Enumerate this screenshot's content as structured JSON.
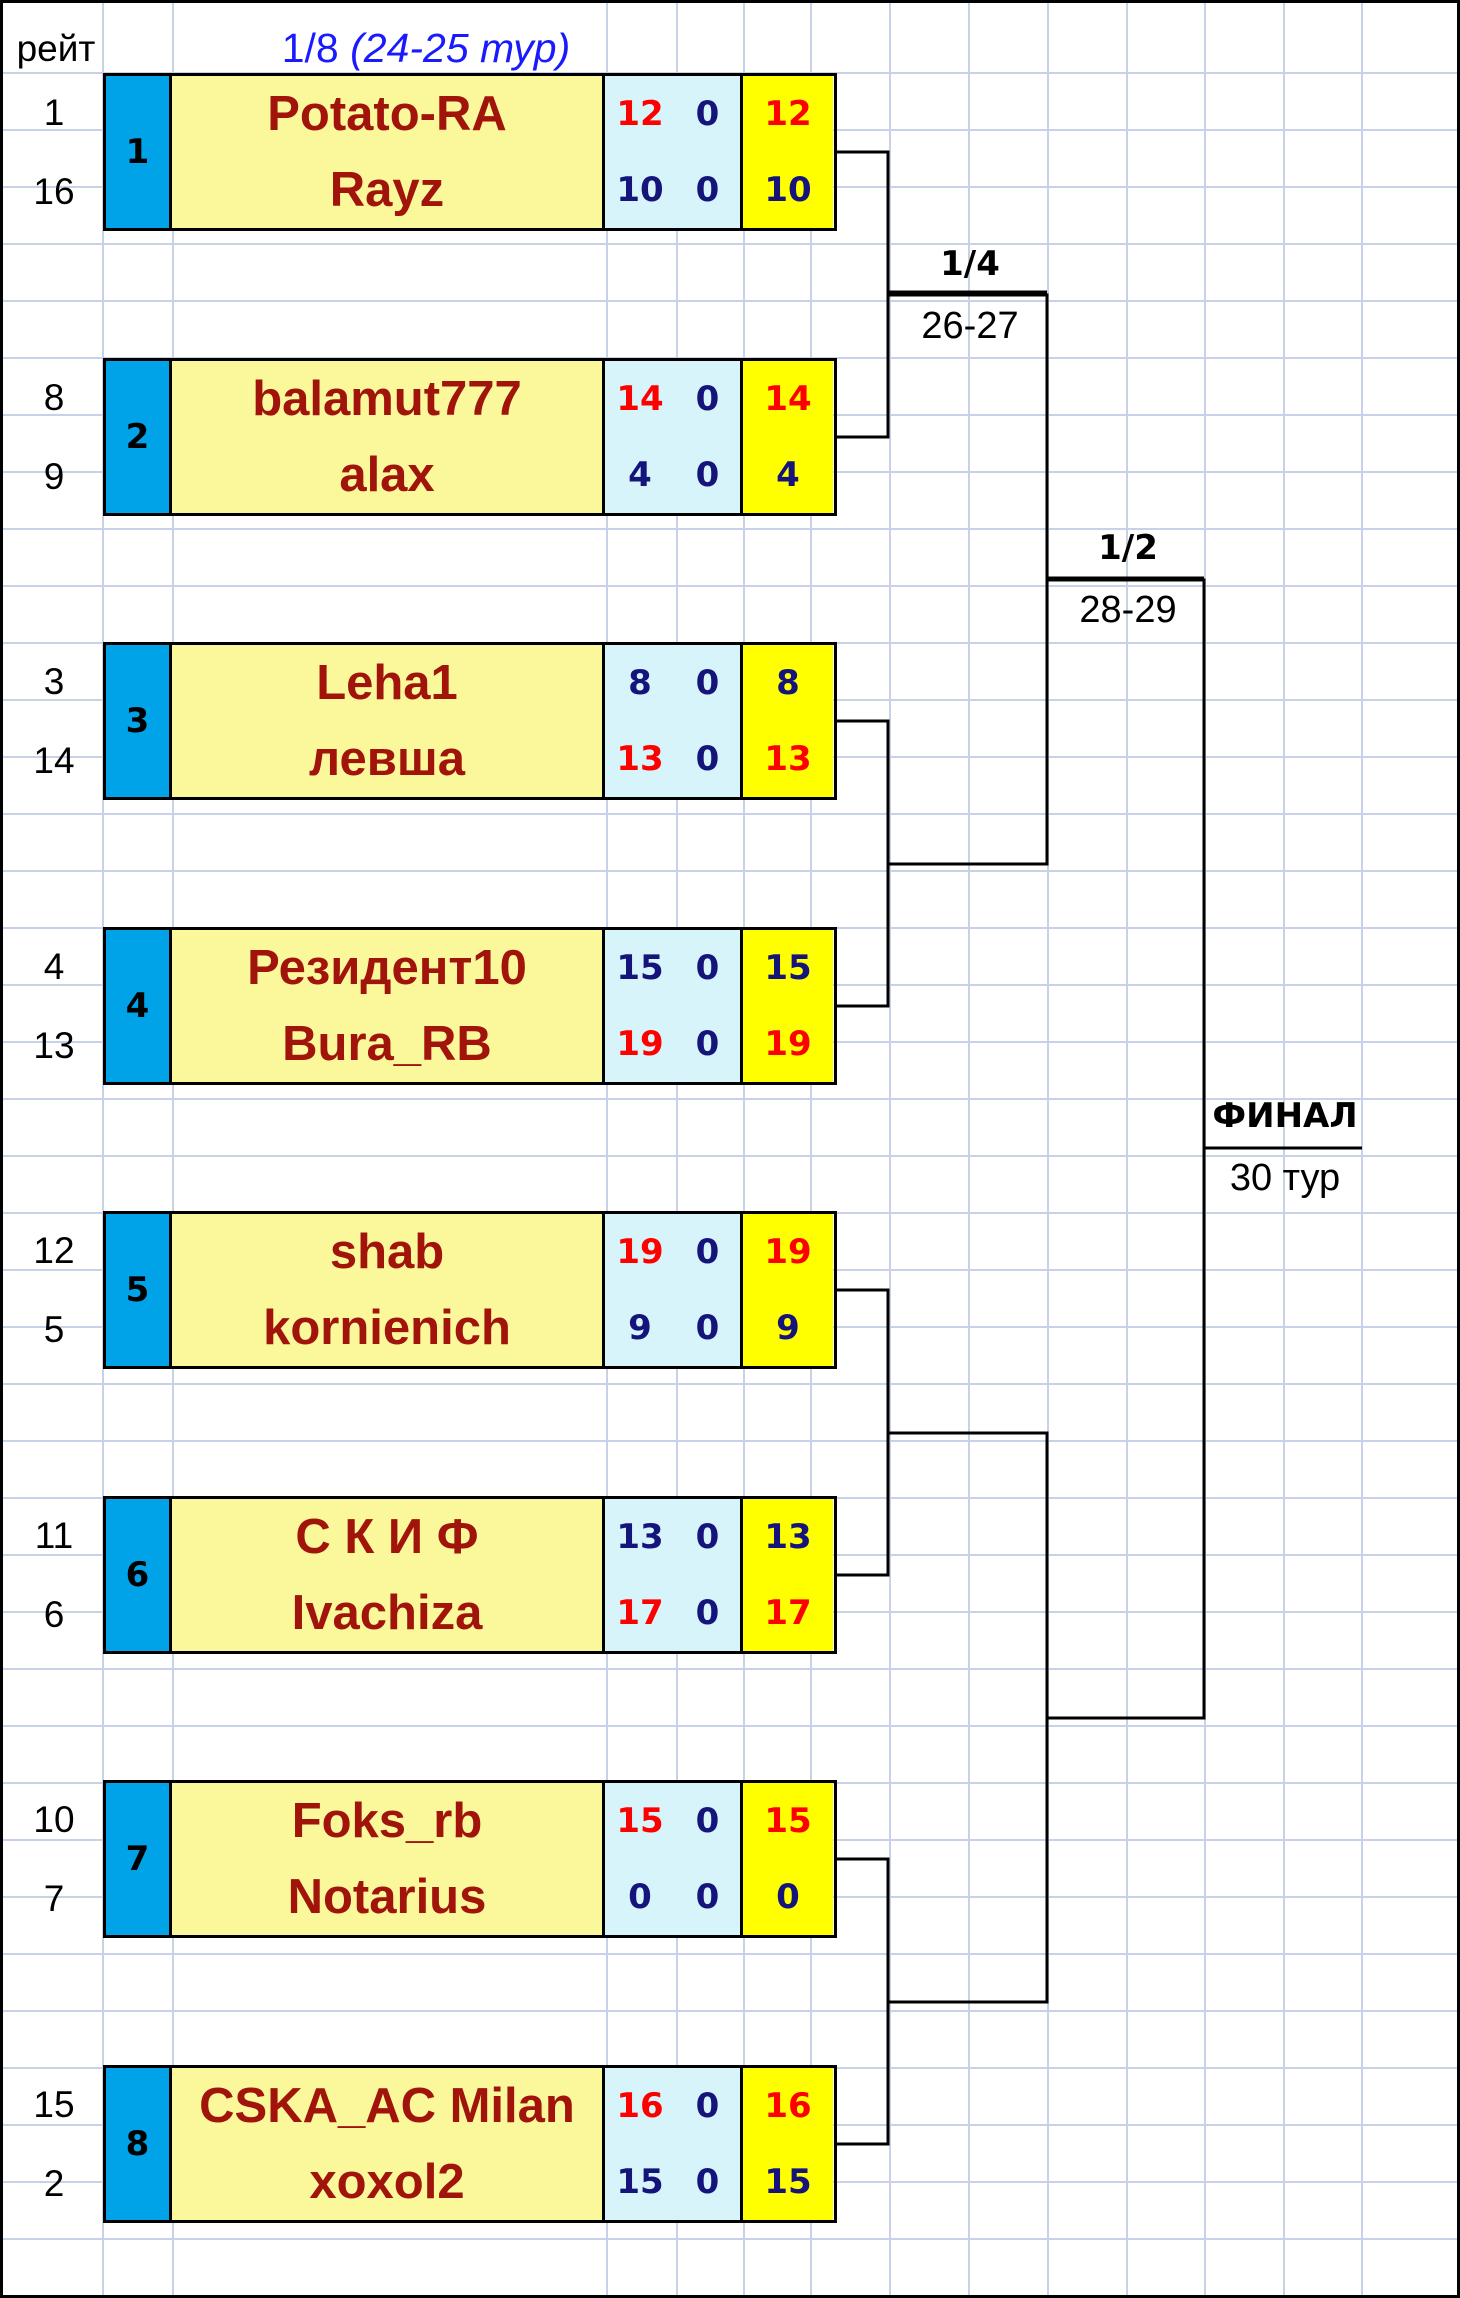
{
  "header": {
    "rating_label": "рейт",
    "round_label": "1/8",
    "round_tours": "(24-25 тур)"
  },
  "stages": {
    "quarter_label": "1/4",
    "quarter_tours": "26-27",
    "semi_label": "1/2",
    "semi_tours": "28-29",
    "final_label": "ФИНАЛ",
    "final_tours": "30 тур"
  },
  "matches": [
    {
      "seed": "1",
      "top": {
        "rating": "1",
        "name": "Potato-RA",
        "score1": "12",
        "score2": "0",
        "total": "12",
        "color": "red"
      },
      "bottom": {
        "rating": "16",
        "name": "Rayz",
        "score1": "10",
        "score2": "0",
        "total": "10",
        "color": "navy"
      }
    },
    {
      "seed": "2",
      "top": {
        "rating": "8",
        "name": "balamut777",
        "score1": "14",
        "score2": "0",
        "total": "14",
        "color": "red"
      },
      "bottom": {
        "rating": "9",
        "name": "alax",
        "score1": "4",
        "score2": "0",
        "total": "4",
        "color": "navy"
      }
    },
    {
      "seed": "3",
      "top": {
        "rating": "3",
        "name": "Leha1",
        "score1": "8",
        "score2": "0",
        "total": "8",
        "color": "navy"
      },
      "bottom": {
        "rating": "14",
        "name": "левша",
        "score1": "13",
        "score2": "0",
        "total": "13",
        "color": "red"
      }
    },
    {
      "seed": "4",
      "top": {
        "rating": "4",
        "name": "Резидент10",
        "score1": "15",
        "score2": "0",
        "total": "15",
        "color": "navy"
      },
      "bottom": {
        "rating": "13",
        "name": "Bura_RB",
        "score1": "19",
        "score2": "0",
        "total": "19",
        "color": "red"
      }
    },
    {
      "seed": "5",
      "top": {
        "rating": "12",
        "name": "shab",
        "score1": "19",
        "score2": "0",
        "total": "19",
        "color": "red"
      },
      "bottom": {
        "rating": "5",
        "name": "kornienich",
        "score1": "9",
        "score2": "0",
        "total": "9",
        "color": "navy"
      }
    },
    {
      "seed": "6",
      "top": {
        "rating": "11",
        "name": "С К И Ф",
        "score1": "13",
        "score2": "0",
        "total": "13",
        "color": "navy"
      },
      "bottom": {
        "rating": "6",
        "name": "Ivachiza",
        "score1": "17",
        "score2": "0",
        "total": "17",
        "color": "red"
      }
    },
    {
      "seed": "7",
      "top": {
        "rating": "10",
        "name": "Foks_rb",
        "score1": "15",
        "score2": "0",
        "total": "15",
        "color": "red"
      },
      "bottom": {
        "rating": "7",
        "name": "Notarius",
        "score1": "0",
        "score2": "0",
        "total": "0",
        "color": "navy"
      }
    },
    {
      "seed": "8",
      "top": {
        "rating": "15",
        "name": "CSKA_AC Milan",
        "score1": "16",
        "score2": "0",
        "total": "16",
        "color": "red"
      },
      "bottom": {
        "rating": "2",
        "name": "xoxol2",
        "score1": "15",
        "score2": "0",
        "total": "15",
        "color": "navy"
      }
    }
  ],
  "colors": {
    "seed_bg": "#00a2e8",
    "names_bg": "#fbf79b",
    "scores_bg": "#d7f4fb",
    "total_bg": "#ffff00",
    "name_text": "#a0140c",
    "winner_red": "#ff0000",
    "loser_navy": "#14147a",
    "round_title": "#1a1aff",
    "grid": "#c8d2e6"
  }
}
